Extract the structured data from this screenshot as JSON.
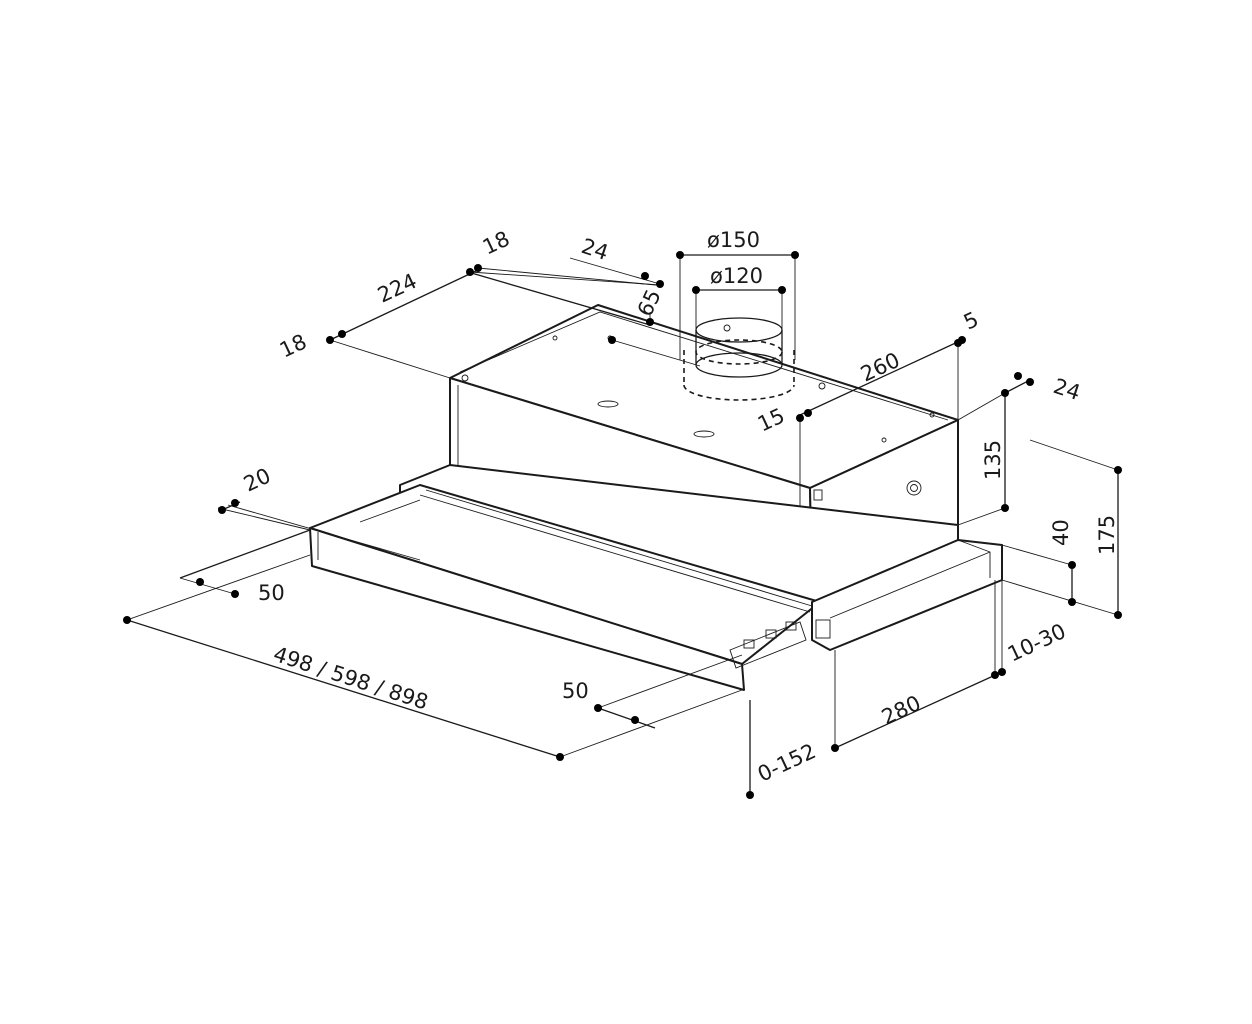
{
  "diagram": {
    "labels": {
      "d_phi150": "ø150",
      "d_phi120": "ø120",
      "d_18_top": "18",
      "d_24_top": "24",
      "d_224": "224",
      "d_18_left": "18",
      "d_65": "65",
      "d_5": "5",
      "d_260": "260",
      "d_15": "15",
      "d_24_right": "24",
      "d_135": "135",
      "d_175": "175",
      "d_40": "40",
      "d_20": "20",
      "d_50_left": "50",
      "d_width": "498 / 598 / 898",
      "d_50_bottom": "50",
      "d_10_30": "10-30",
      "d_280": "280",
      "d_0_152": "0-152"
    }
  }
}
